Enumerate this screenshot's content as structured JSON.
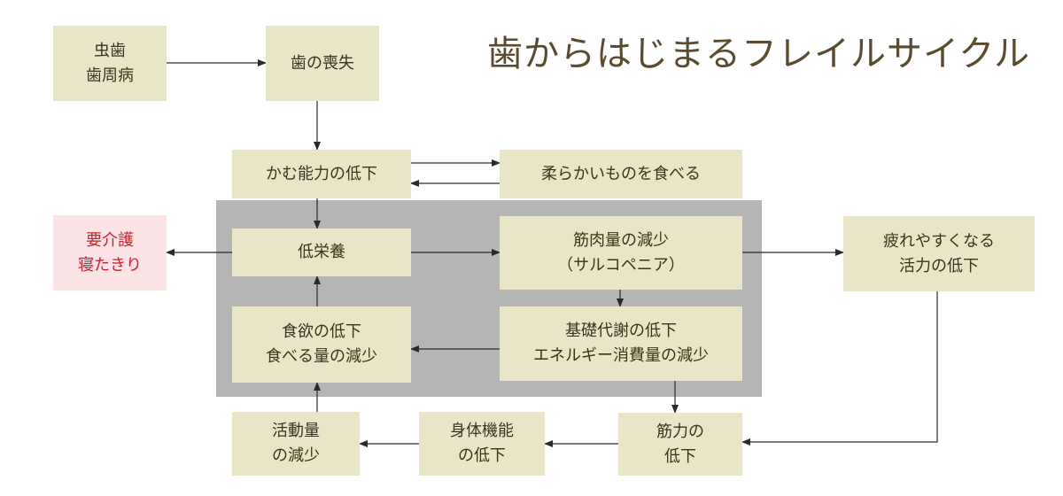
{
  "title": "歯からはじまるフレイルサイクル",
  "colors": {
    "box": "#e8e6c7",
    "panel": "#b5b5b5",
    "alert_box": "#fce3e6",
    "alert_text": "#d0202e",
    "title": "#5a4a2e"
  },
  "nodes": {
    "cavity": "虫歯\n歯周病",
    "tooth_loss": "歯の喪失",
    "chewing_decline": "かむ能力の低下",
    "soft_food": "柔らかいものを食べる",
    "care_needed": "要介護\n寝たきり",
    "malnutrition": "低栄養",
    "muscle_loss": "筋肉量の減少\n（サルコペニア）",
    "fatigue": "疲れやすくなる\n活力の低下",
    "appetite_decline": "食欲の低下\n食べる量の減少",
    "metabolism_decline": "基礎代謝の低下\nエネルギー消費量の減少",
    "activity_decline": "活動量\nの減少",
    "physical_decline": "身体機能\nの低下",
    "strength_decline": "筋力の\n低下"
  }
}
